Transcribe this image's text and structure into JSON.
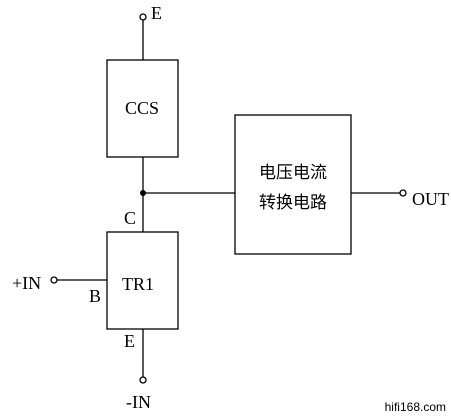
{
  "diagram": {
    "terminal_top_label": "E",
    "ccs_label": "CCS",
    "converter_line1": "电压电流",
    "converter_line2": "转换电路",
    "output_label": "OUT",
    "node_c_label": "C",
    "transistor_label": "TR1",
    "input_plus_label": "+IN",
    "base_label": "B",
    "emitter_label": "E",
    "input_minus_label": "-IN",
    "watermark": "hifi168.com"
  },
  "colors": {
    "line": "#000000",
    "background": "#ffffff"
  }
}
